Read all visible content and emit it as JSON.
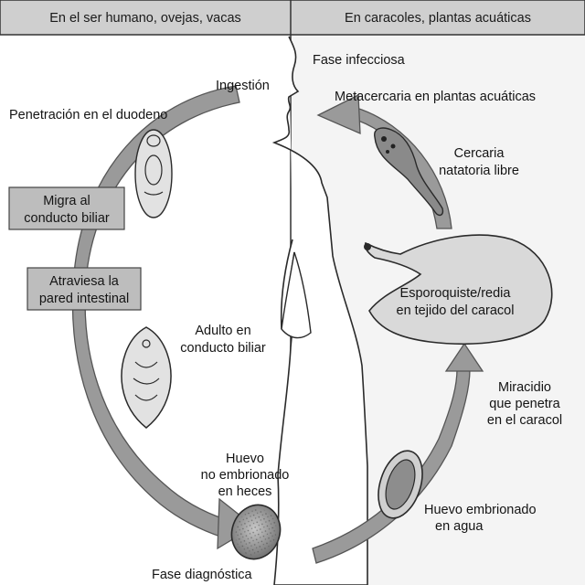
{
  "headers": {
    "left": "En el ser humano, ovejas, vacas",
    "right": "En caracoles, plantas acuáticas"
  },
  "labels": {
    "infective_phase": "Fase infecciosa",
    "metacercaria": "Metacercaria en plantas acuáticas",
    "ingestion": "Ingestión",
    "duodenum_penetration": "Penetración en el duodeno",
    "cercaria_line1": "Cercaria",
    "cercaria_line2": "natatoria libre",
    "migrates_line1": "Migra al",
    "migrates_line2": "conducto biliar",
    "crosses_line1": "Atraviesa la",
    "crosses_line2": "pared intestinal",
    "sporocyst_line1": "Esporoquiste/redia",
    "sporocyst_line2": "en tejido del caracol",
    "adult_line1": "Adulto en",
    "adult_line2": "conducto biliar",
    "miracidium_line1": "Miracidio",
    "miracidium_line2": "que penetra",
    "miracidium_line3": "en el caracol",
    "egg_line1": "Huevo",
    "egg_line2": "no embrionado",
    "egg_line3": "en heces",
    "embryonated_line1": "Huevo embrionado",
    "embryonated_line2": "en agua",
    "diagnostic_phase": "Fase diagnóstica"
  },
  "colors": {
    "header_bg": "#cfcfcf",
    "box_bg": "#bdbdbd",
    "arrow_fill": "#9a9a9a",
    "arrow_edge": "#555555",
    "panel_right_bg": "#f4f4f4",
    "outline": "#2a2a2a"
  }
}
